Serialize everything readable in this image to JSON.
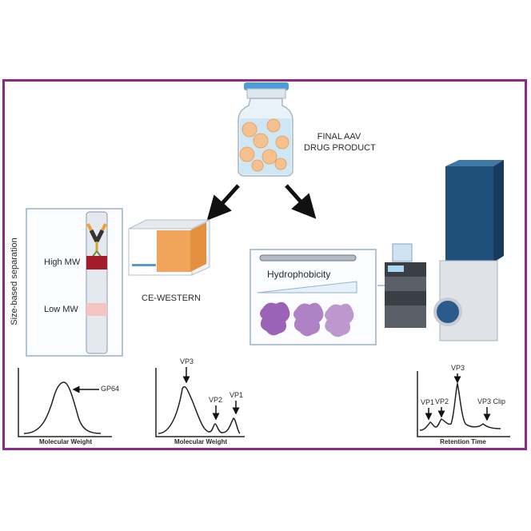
{
  "header": {
    "title_line1": "FINAL AAV",
    "title_line2": "DRUG PRODUCT"
  },
  "ce_western": {
    "axis_label": "Size-based separation",
    "band_high": "High MW",
    "band_low": "Low MW",
    "instrument_label": "CE-WESTERN"
  },
  "hic": {
    "label": "Hydrophobicity"
  },
  "plots": [
    {
      "xlabel": "Molecular Weight",
      "annotations": [
        "GP64"
      ]
    },
    {
      "xlabel": "Molecular Weight",
      "annotations": [
        "VP3",
        "VP2",
        "VP1"
      ]
    },
    {
      "xlabel": "Retention Time",
      "annotations": [
        "VP3",
        "VP1",
        "VP2",
        "VP3 Clip"
      ]
    }
  ],
  "colors": {
    "frame": "#8e2a86",
    "band_high": "#a31c2b",
    "band_low": "#f4c4c4",
    "orange": "#f0a55a",
    "purple": "#9b63b6"
  }
}
